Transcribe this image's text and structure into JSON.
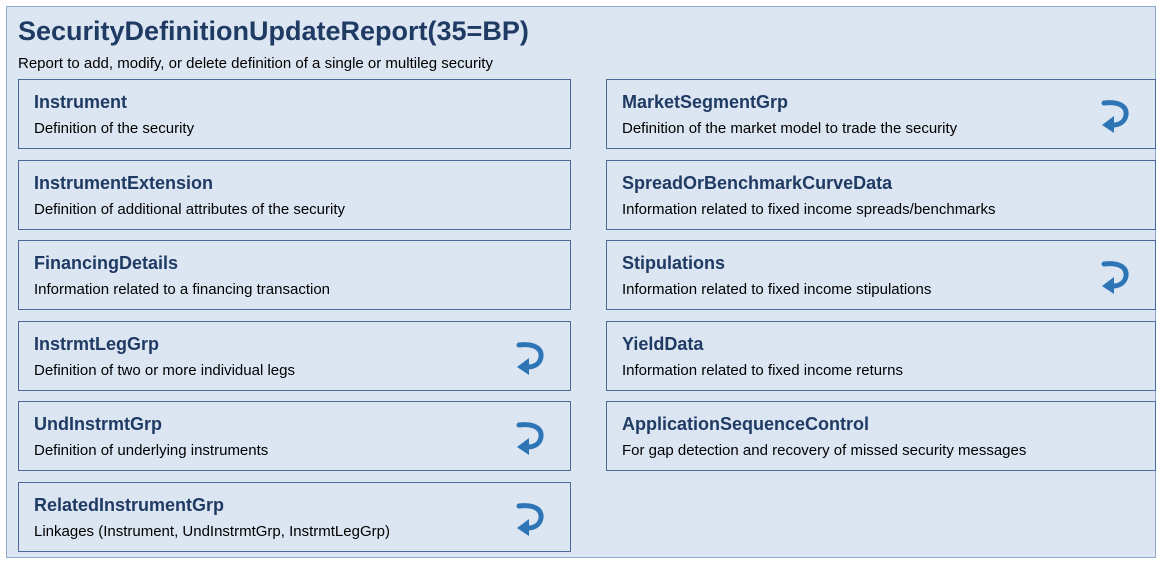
{
  "header": {
    "title": "SecurityDefinitionUpdateReport(35=BP)",
    "subtitle": "Report to add, modify, or delete definition of a single or multileg security"
  },
  "left_column": [
    {
      "name": "Instrument",
      "description": "Definition of the security",
      "repeating_group": false
    },
    {
      "name": "InstrumentExtension",
      "description": "Definition of additional attributes of the security",
      "repeating_group": false
    },
    {
      "name": "FinancingDetails",
      "description": "Information related to a financing transaction",
      "repeating_group": false
    },
    {
      "name": "InstrmtLegGrp",
      "description": "Definition of two or more individual legs",
      "repeating_group": true
    },
    {
      "name": "UndInstrmtGrp",
      "description": "Definition of underlying instruments",
      "repeating_group": true
    },
    {
      "name": "RelatedInstrumentGrp",
      "description": "Linkages (Instrument, UndInstrmtGrp, InstrmtLegGrp)",
      "repeating_group": true
    }
  ],
  "right_column": [
    {
      "name": "MarketSegmentGrp",
      "description": "Definition of the market model to trade the security",
      "repeating_group": true
    },
    {
      "name": "SpreadOrBenchmarkCurveData",
      "description": "Information related to fixed income spreads/benchmarks",
      "repeating_group": false
    },
    {
      "name": "Stipulations",
      "description": "Information related to fixed income stipulations",
      "repeating_group": true
    },
    {
      "name": "YieldData",
      "description": "Information related to fixed income returns",
      "repeating_group": false
    },
    {
      "name": "ApplicationSequenceControl",
      "description": "For gap detection and recovery of missed security messages",
      "repeating_group": false
    }
  ],
  "icon": "repeat-arrow-icon",
  "colors": {
    "panel_background": "#dce6f2",
    "panel_border": "#8eaacb",
    "card_border": "#4a6a9a",
    "heading_text": "#1f3a63",
    "icon": "#2e75b6"
  }
}
